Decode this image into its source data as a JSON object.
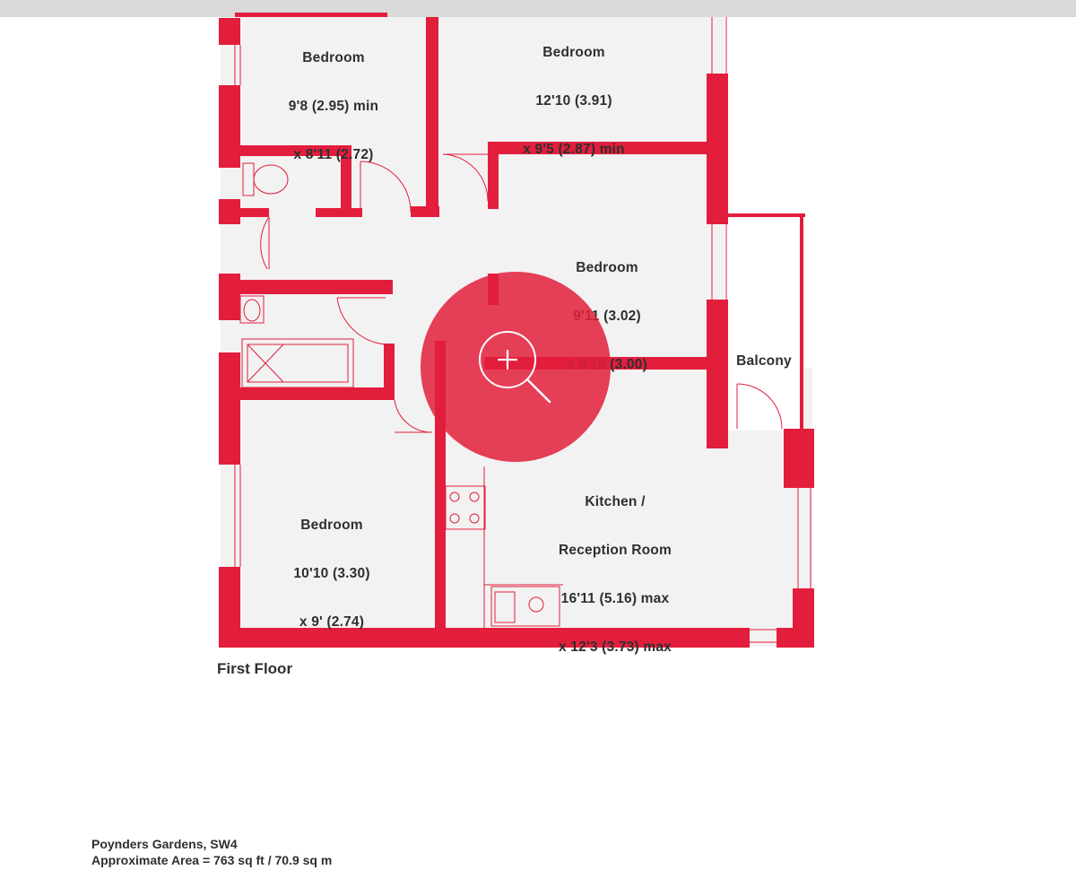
{
  "rooms": {
    "bedroom_top_left": {
      "name": "Bedroom",
      "dim1": "9'8 (2.95) min",
      "dim2": "x 8'11 (2.72)"
    },
    "bedroom_top_mid": {
      "name": "Bedroom",
      "dim1": "12'10 (3.91)",
      "dim2": "x 9'5 (2.87) min"
    },
    "bedroom_mid_right": {
      "name": "Bedroom",
      "dim1": "9'11 (3.02)",
      "dim2": "x 9'10 (3.00)"
    },
    "balcony": {
      "name": "Balcony"
    },
    "bedroom_bottom_left": {
      "name": "Bedroom",
      "dim1": "10'10 (3.30)",
      "dim2": "x 9' (2.74)"
    },
    "kitchen": {
      "name": "Kitchen /",
      "name2": "Reception Room",
      "dim1": "16'11 (5.16) max",
      "dim2": "x 12'3 (3.73) max"
    }
  },
  "floor_label": "First Floor",
  "address": "Poynders Gardens, SW4",
  "area": "Approximate Area = 763 sq ft / 70.9 sq m",
  "zoom_button": {
    "icon": "zoom-in-icon"
  },
  "colors": {
    "wall": "#e31e3c",
    "floor": "#f2f2f2",
    "zoom": "#e31e3c"
  }
}
